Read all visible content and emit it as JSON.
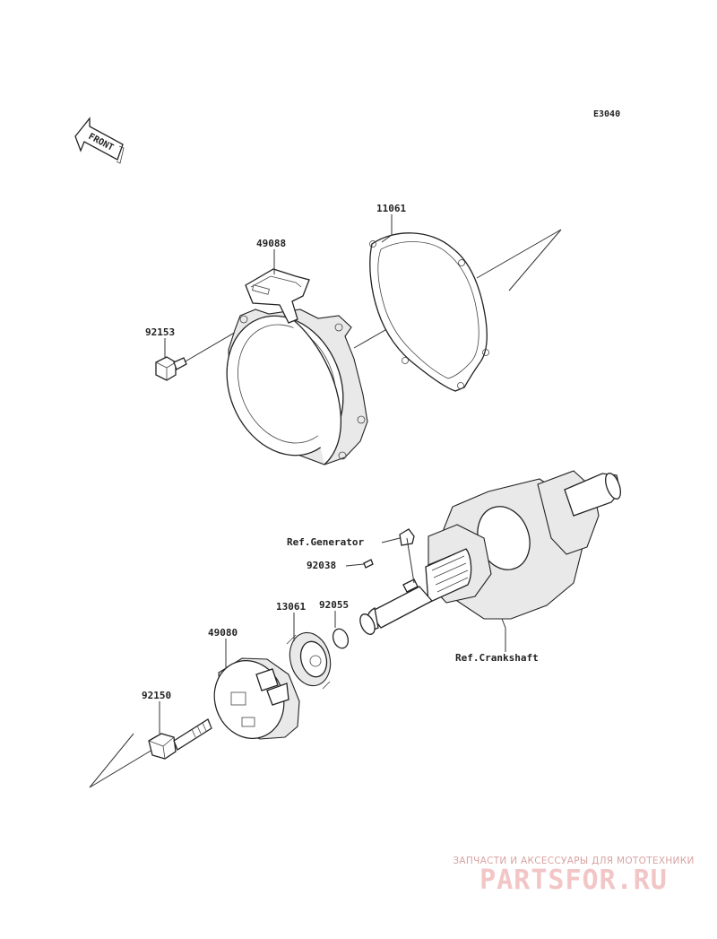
{
  "diagram": {
    "code": "E3040",
    "front_label": "FRONT",
    "parts": [
      {
        "number": "11061"
      },
      {
        "number": "49088"
      },
      {
        "number": "92153"
      },
      {
        "number": "92038"
      },
      {
        "number": "92055"
      },
      {
        "number": "13061"
      },
      {
        "number": "49080"
      },
      {
        "number": "92150"
      }
    ],
    "references": [
      {
        "label": "Ref.Generator"
      },
      {
        "label": "Ref.Crankshaft"
      }
    ]
  },
  "watermark": {
    "tagline": "ЗАПЧАСТИ И АКСЕССУАРЫ ДЛЯ МОТОТЕХНИКИ",
    "logo": "PARTSFOR.RU",
    "color": "#e06060"
  }
}
